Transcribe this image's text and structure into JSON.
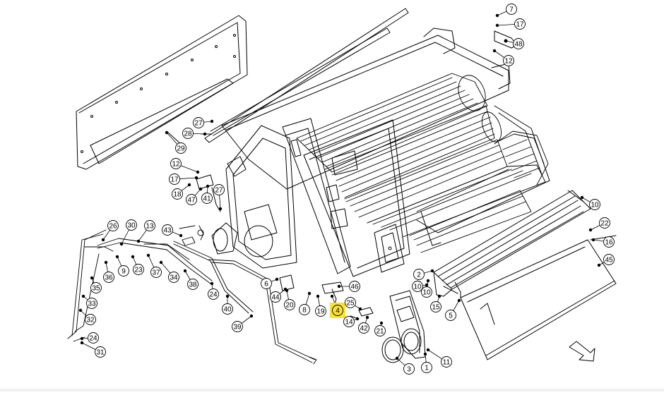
{
  "diagram": {
    "highlight_color": "#f7e13a",
    "highlighted_callout": "4",
    "callouts": [
      "7",
      "17",
      "48",
      "12",
      "29",
      "28",
      "27",
      "12",
      "17",
      "18",
      "47",
      "41",
      "27",
      "26",
      "30",
      "13",
      "43",
      "9",
      "23",
      "37",
      "34",
      "36",
      "35",
      "33",
      "38",
      "24",
      "40",
      "39",
      "32",
      "24",
      "31",
      "6",
      "44",
      "20",
      "8",
      "19",
      "4",
      "46",
      "25",
      "14",
      "42",
      "21",
      "3",
      "1",
      "11",
      "10",
      "22",
      "16",
      "45",
      "2",
      "10",
      "15",
      "5",
      "10"
    ]
  }
}
